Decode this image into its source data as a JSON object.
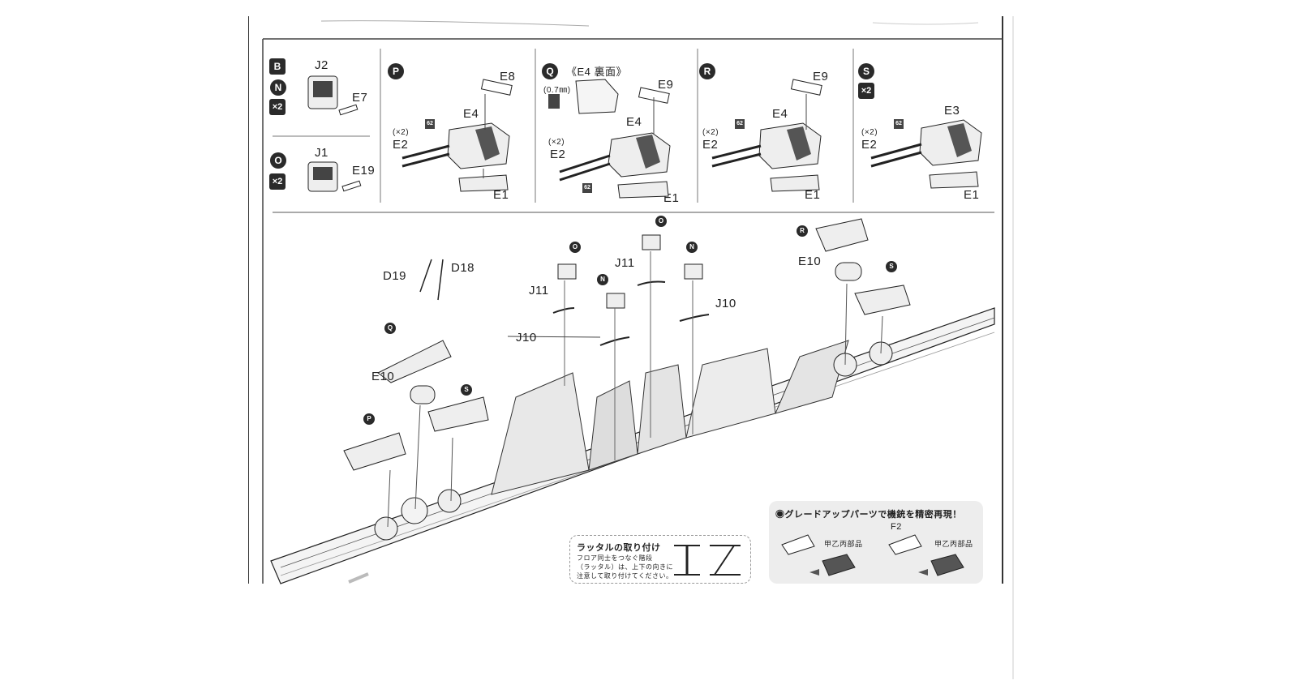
{
  "steps": {
    "B": {
      "badge": "B",
      "sub_badge": "N",
      "qty": "×2",
      "parts": [
        "J2",
        "E7"
      ]
    },
    "O": {
      "badge": "O",
      "qty": "×2",
      "parts": [
        "J1",
        "E19"
      ]
    },
    "P": {
      "badge": "P",
      "parts": [
        "E8",
        "E4",
        "(×2)",
        "62",
        "E2",
        "E1"
      ]
    },
    "Q": {
      "badge": "Q",
      "title": "《E4 裏面》",
      "hole": "(0.7㎜)",
      "parts": [
        "E9",
        "E4",
        "(×2)",
        "E2",
        "62",
        "E1"
      ]
    },
    "R": {
      "badge": "R",
      "parts": [
        "E9",
        "E4",
        "(×2)",
        "62",
        "E2",
        "E1"
      ]
    },
    "S": {
      "badge": "S",
      "qty": "×2",
      "parts": [
        "E3",
        "(×2)",
        "62",
        "E2",
        "E1"
      ]
    }
  },
  "main": {
    "labels": {
      "d19": "D19",
      "d18": "D18",
      "j11_left": "J11",
      "j11_right": "J11",
      "j10_left": "J10",
      "j10_right": "J10",
      "e10_left": "E10",
      "e10_right": "E10"
    },
    "badges": {
      "q": "Q",
      "p": "P",
      "s_left": "S",
      "o_left": "O",
      "o_right": "O",
      "n_left": "N",
      "n_right": "N",
      "r": "R",
      "s_right": "S"
    }
  },
  "ladder_note": {
    "title": "ラッタルの取り付け",
    "line1": "フロア同士をつなぐ階段",
    "line2": "（ラッタル）は、上下の向きに",
    "line3": "注意して取り付けてください。"
  },
  "upgrade_note": {
    "title": "◉グレードアップパーツで機銃を精密再現！",
    "part": "F2",
    "label_left": "甲乙丙部品",
    "label_right": "甲乙丙部品"
  }
}
